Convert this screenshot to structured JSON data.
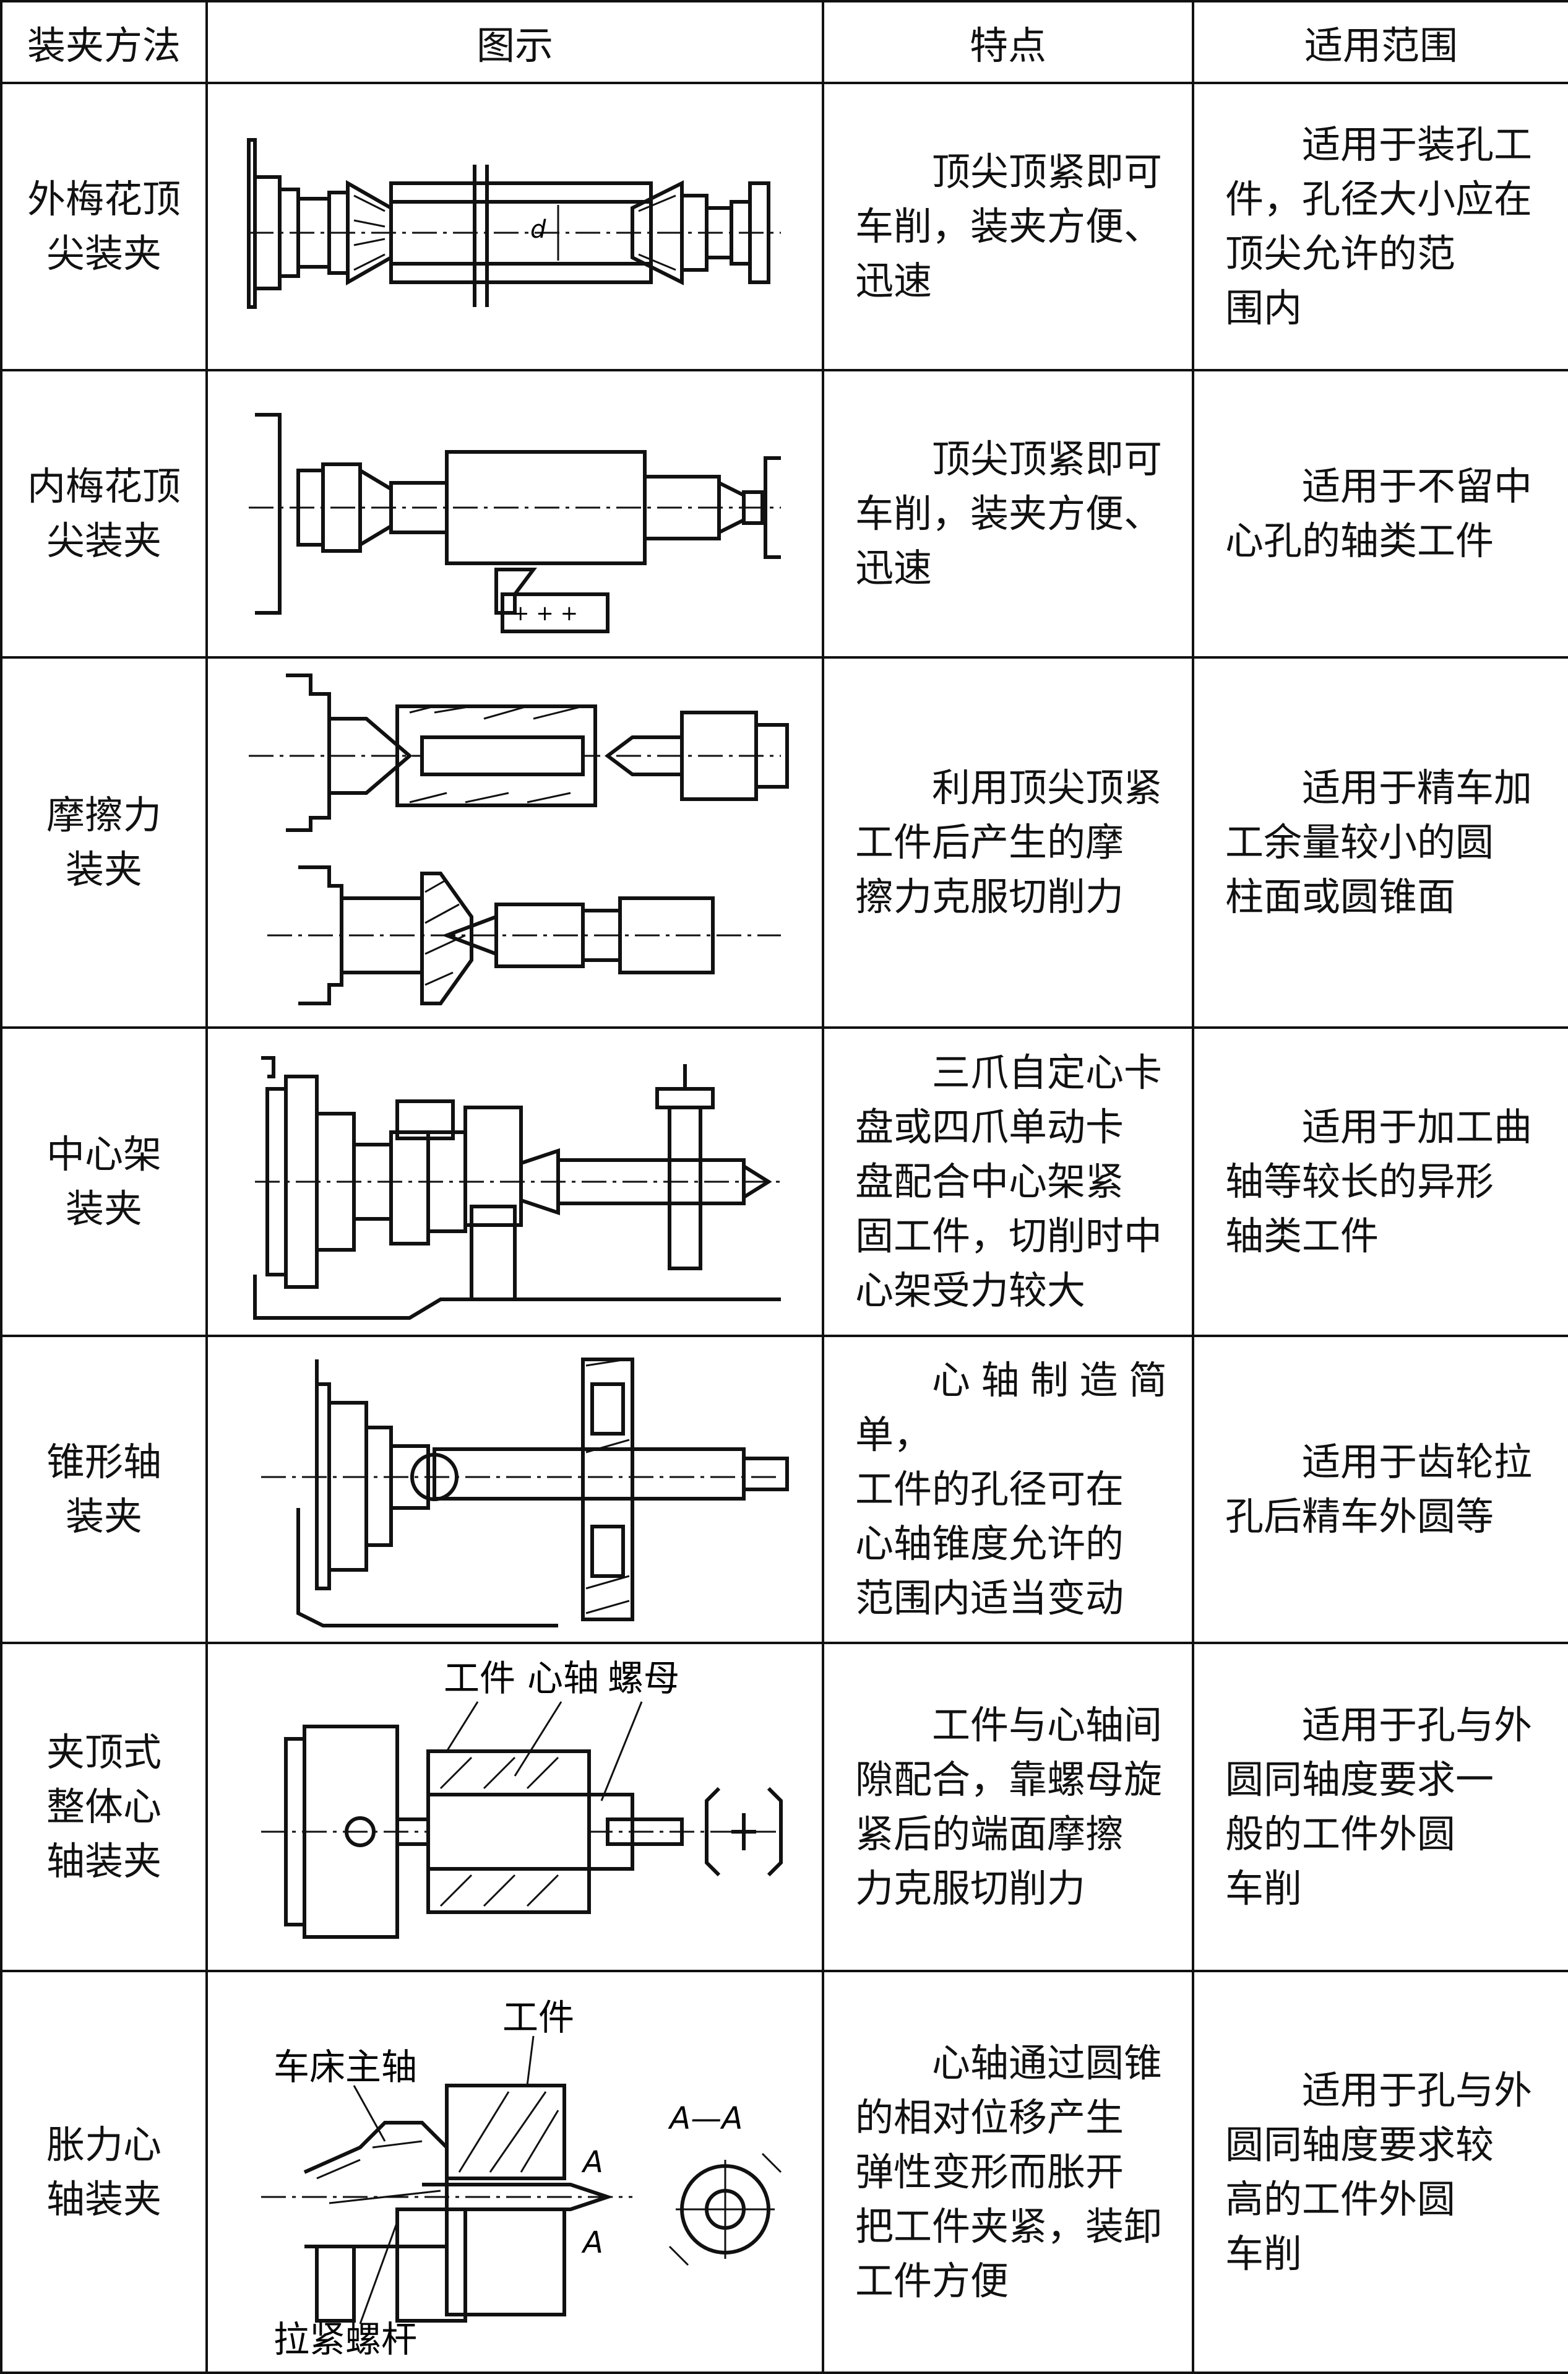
{
  "header": {
    "method": "装夹方法",
    "figure": "图示",
    "feature": "特点",
    "scope": "适用范围"
  },
  "rows": [
    {
      "method": [
        "外梅花顶",
        "尖装夹"
      ],
      "feature": [
        "顶尖顶紧即可",
        "车削，装夹方便、",
        "迅速"
      ],
      "scope": [
        "适用于装孔工",
        "件，孔径大小应在",
        "顶尖允许的范",
        "围内"
      ],
      "figure_labels": [
        "d"
      ]
    },
    {
      "method": [
        "内梅花顶",
        "尖装夹"
      ],
      "feature": [
        "顶尖顶紧即可",
        "车削，装夹方便、",
        "迅速"
      ],
      "scope": [
        "适用于不留中",
        "心孔的轴类工件"
      ],
      "figure_labels": [
        "+ + +"
      ]
    },
    {
      "method": [
        "摩擦力",
        "装夹"
      ],
      "feature": [
        "利用顶尖顶紧",
        "工件后产生的摩",
        "擦力克服切削力"
      ],
      "scope": [
        "适用于精车加",
        "工余量较小的圆",
        "柱面或圆锥面"
      ],
      "figure_labels": []
    },
    {
      "method": [
        "中心架",
        "装夹"
      ],
      "feature": [
        "三爪自定心卡",
        "盘或四爪单动卡",
        "盘配合中心架紧",
        "固工件，切削时中",
        "心架受力较大"
      ],
      "scope": [
        "适用于加工曲",
        "轴等较长的异形",
        "轴类工件"
      ],
      "figure_labels": []
    },
    {
      "method": [
        "锥形轴",
        "装夹"
      ],
      "feature": [
        "心轴制造简单，",
        "工件的孔径可在",
        "心轴锥度允许的",
        "范围内适当变动"
      ],
      "scope": [
        "适用于齿轮拉",
        "孔后精车外圆等"
      ],
      "figure_labels": []
    },
    {
      "method": [
        "夹顶式",
        "整体心",
        "轴装夹"
      ],
      "feature": [
        "工件与心轴间",
        "隙配合，靠螺母旋",
        "紧后的端面摩擦",
        "力克服切削力"
      ],
      "scope": [
        "适用于孔与外",
        "圆同轴度要求一",
        "般的工件外圆",
        "车削"
      ],
      "figure_labels": [
        "工件",
        "心轴",
        "螺母"
      ]
    },
    {
      "method": [
        "胀力心",
        "轴装夹"
      ],
      "feature": [
        "心轴通过圆锥",
        "的相对位移产生",
        "弹性变形而胀开",
        "把工件夹紧，装卸",
        "工件方便"
      ],
      "scope": [
        "适用于孔与外",
        "圆同轴度要求较",
        "高的工件外圆",
        "车削"
      ],
      "figure_labels": [
        "工件",
        "车床主轴",
        "A—A",
        "A",
        "A",
        "拉紧螺杆"
      ]
    }
  ]
}
